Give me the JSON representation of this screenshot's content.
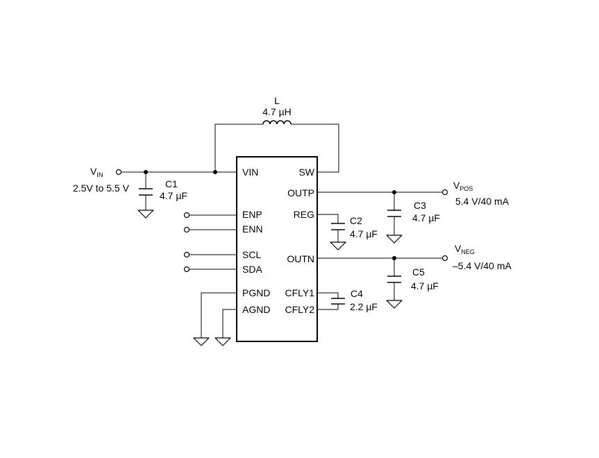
{
  "ic": {
    "pins_left": [
      "VIN",
      "ENP",
      "ENN",
      "SCL",
      "SDA",
      "PGND",
      "AGND"
    ],
    "pins_right": [
      "SW",
      "OUTP",
      "REG",
      "OUTN",
      "CFLY1",
      "CFLY2"
    ]
  },
  "inductor": {
    "ref": "L",
    "value": "4.7 µH"
  },
  "capacitors": [
    {
      "ref": "C1",
      "value": "4.7 µF"
    },
    {
      "ref": "C2",
      "value": "4.7 µF"
    },
    {
      "ref": "C3",
      "value": "4.7 µF"
    },
    {
      "ref": "C4",
      "value": "2.2 µF"
    },
    {
      "ref": "C5",
      "value": "4.7 µF"
    }
  ],
  "vin": {
    "main": "V",
    "sub": "IN",
    "range": "2.5V to 5.5 V"
  },
  "vpos": {
    "main": "V",
    "sub": "POS",
    "spec": "5.4 V/40 mA"
  },
  "vneg": {
    "main": "V",
    "sub": "NEG",
    "spec": "–5.4 V/40 mA"
  }
}
